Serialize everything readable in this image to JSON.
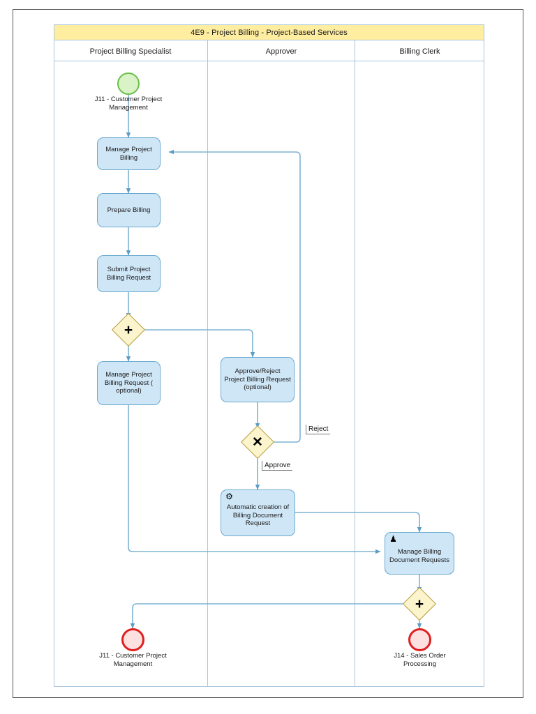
{
  "pool": {
    "title": "4E9 - Project Billing - Project-Based Services"
  },
  "lanes": [
    {
      "id": "lane-specialist",
      "label": "Project Billing Specialist"
    },
    {
      "id": "lane-approver",
      "label": "Approver"
    },
    {
      "id": "lane-clerk",
      "label": "Billing Clerk"
    }
  ],
  "events": {
    "start": {
      "type": "start-event",
      "label": "J11 - Customer Project Management",
      "color": "#d9f2c6",
      "border": "#6cbf4a"
    },
    "end_left": {
      "type": "end-event",
      "label": "J11 - Customer Project Management",
      "color": "#fde0e0",
      "border": "#e01f1f"
    },
    "end_right": {
      "type": "end-event",
      "label": "J14 - Sales Order Processing",
      "color": "#fde0e0",
      "border": "#e01f1f"
    }
  },
  "tasks": [
    {
      "id": "manage-project-billing",
      "label": "Manage Project Billing",
      "icon": "",
      "lane": "lane-specialist"
    },
    {
      "id": "prepare-billing",
      "label": "Prepare Billing",
      "icon": "",
      "lane": "lane-specialist"
    },
    {
      "id": "submit-project-billing-request",
      "label": "Submit Project Billing Request",
      "icon": "",
      "lane": "lane-specialist"
    },
    {
      "id": "manage-project-billing-request",
      "label": "Manage Project Billing Request ( optional)",
      "icon": "",
      "lane": "lane-specialist"
    },
    {
      "id": "approve-reject-project-billing-request",
      "label": "Approve/Reject Project Billing Request (optional)",
      "icon": "",
      "lane": "lane-approver"
    },
    {
      "id": "automatic-creation-billing-document-request",
      "label": "Automatic creation of Billing Document Request",
      "icon": "gear-icon",
      "icon_glyph": "⚙",
      "lane": "lane-approver"
    },
    {
      "id": "manage-billing-document-requests",
      "label": "Manage Billing Document Requests",
      "icon": "user-icon",
      "icon_glyph": "♟",
      "lane": "lane-clerk"
    }
  ],
  "gateways": [
    {
      "id": "parallel-split",
      "type": "parallel-gateway",
      "glyph": "➕",
      "label": ""
    },
    {
      "id": "exclusive-decision",
      "type": "exclusive-gateway",
      "glyph": "✖",
      "label": ""
    },
    {
      "id": "parallel-join",
      "type": "parallel-gateway",
      "glyph": "➕",
      "label": ""
    }
  ],
  "flow_labels": {
    "reject": "Reject",
    "approve": "Approve"
  },
  "colors": {
    "pool_header": "#ffeda0",
    "task_fill": "#cfe6f7",
    "task_stroke": "#6aa9cf",
    "gateway_fill": "#fbf4cc",
    "gateway_stroke": "#b59a3d",
    "edge": "#7fb3d3",
    "lane_stroke": "#a9c6de"
  }
}
